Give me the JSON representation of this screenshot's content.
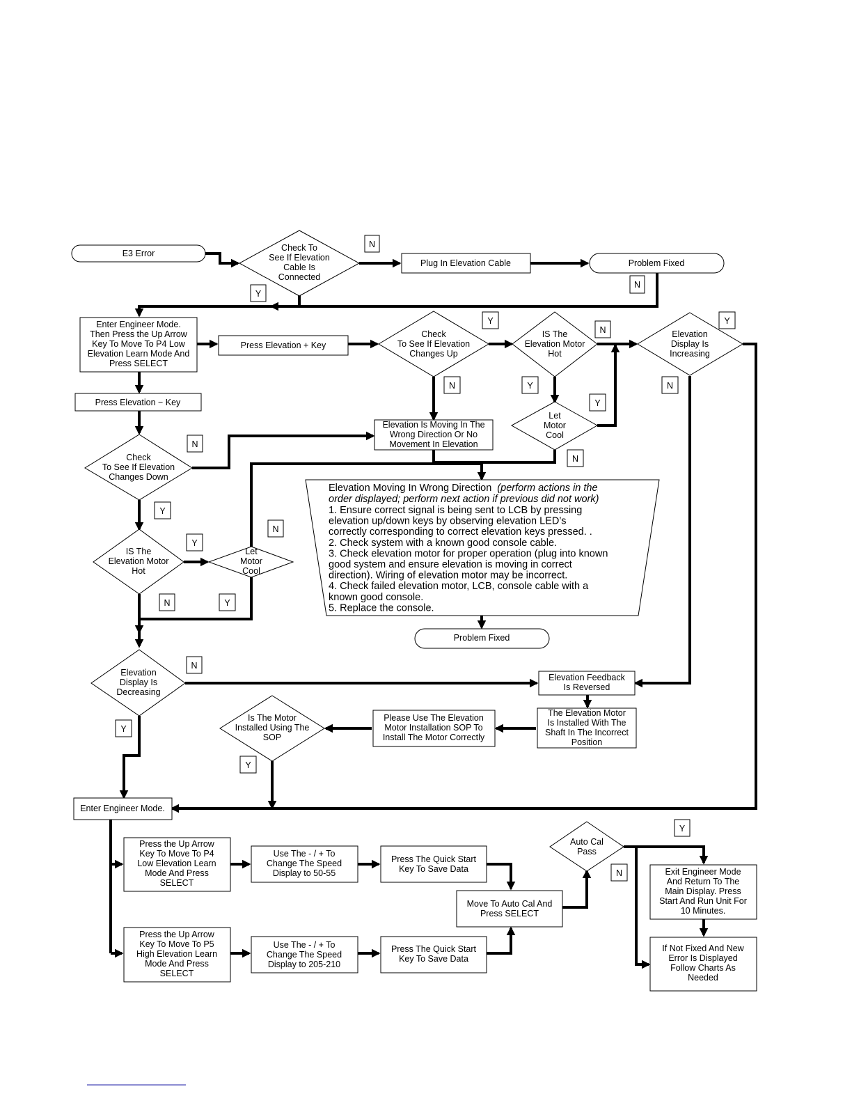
{
  "nodes": {
    "e3_error": [
      "E3 Error"
    ],
    "check_cable": [
      "Check To",
      "See If Elevation",
      "Cable Is",
      "Connected"
    ],
    "plug_cable": [
      "Plug In Elevation Cable"
    ],
    "problem_fixed_top": [
      "Problem Fixed"
    ],
    "enter_engineer_p4": [
      "Enter Engineer Mode.",
      "Then Press the Up Arrow",
      "Key To Move To P4 Low",
      "Elevation Learn Mode And",
      "Press SELECT"
    ],
    "press_plus": [
      "Press Elevation + Key"
    ],
    "check_up": [
      "Check",
      "To See If Elevation",
      "Changes Up"
    ],
    "motor_hot_top": [
      "IS The",
      "Elevation Motor",
      "Hot"
    ],
    "display_increasing": [
      "Elevation",
      "Display Is",
      "Increasing"
    ],
    "press_minus": [
      "Press Elevation − Key"
    ],
    "wrong_direction": [
      "Elevation Is Moving In The",
      "Wrong Direction Or No",
      "Movement In Elevation"
    ],
    "let_cool_top": [
      "Let",
      "Motor",
      "Cool"
    ],
    "check_down": [
      "Check",
      "To See If Elevation",
      "Changes Down"
    ],
    "motor_hot_left": [
      "IS The",
      "Elevation Motor",
      "Hot"
    ],
    "let_cool_left": [
      "Let",
      "Motor",
      "Cool"
    ],
    "problem_fixed_mid": [
      "Problem Fixed"
    ],
    "display_decreasing": [
      "Elevation",
      "Display Is",
      "Decreasing"
    ],
    "feedback_reversed": [
      "Elevation Feedback",
      "Is Reversed"
    ],
    "shaft_incorrect": [
      "The Elevation Motor",
      "Is Installed With The",
      "Shaft In The Incorrect",
      "Position"
    ],
    "use_sop": [
      "Please Use The Elevation",
      "Motor Installation SOP To",
      "Install The Motor Correctly"
    ],
    "installed_sop": [
      "Is The Motor",
      "Installed Using The",
      "SOP"
    ],
    "enter_engineer": [
      "Enter Engineer Mode."
    ],
    "p4_low": [
      "Press the Up Arrow",
      "Key To Move To P4",
      "Low Elevation Learn",
      "Mode And Press",
      "SELECT"
    ],
    "speed_50": [
      "Use The - / + To",
      "Change The Speed",
      "Display to 50-55"
    ],
    "save_1": [
      "Press The Quick Start",
      "Key To Save Data"
    ],
    "auto_cal": [
      "Move To Auto Cal And",
      "Press SELECT"
    ],
    "auto_cal_pass": [
      "Auto Cal",
      "Pass"
    ],
    "exit_engineer": [
      "Exit Engineer Mode",
      "And Return To The",
      "Main Display.  Press",
      "Start And Run Unit For",
      "10 Minutes."
    ],
    "not_fixed": [
      "If Not Fixed And New",
      "Error Is Displayed",
      "Follow Charts As",
      "Needed"
    ],
    "p5_high": [
      "Press the Up Arrow",
      "Key To Move To P5",
      "High Elevation Learn",
      "Mode And Press",
      "SELECT"
    ],
    "speed_205": [
      "Use The - / + To",
      "Change The Speed",
      "Display to 205-210"
    ],
    "save_2": [
      "Press The Quick Start",
      "Key To Save Data"
    ]
  },
  "note": {
    "title": "Elevation Moving In Wrong Direction",
    "title_italic_1": "(perform actions in the",
    "title_italic_2": "order displayed; perform next action if previous did not work)",
    "lines": [
      "1. Ensure correct signal is being sent to LCB by pressing",
      "    elevation up/down keys by observing elevation LED’s",
      "    correctly corresponding to correct elevation keys pressed.   .",
      "2. Check system with a known good console cable.",
      "3. Check elevation motor for proper operation (plug into known",
      "    good system and ensure elevation is moving in correct",
      "    direction).  Wiring of elevation motor may be incorrect.",
      "4. Check failed elevation motor, LCB, console cable with a",
      "    known good console.",
      "5. Replace the console."
    ]
  },
  "flags": {
    "n_cable": "N",
    "y_cable": "Y",
    "n_fixed_top": "N",
    "y_up": "Y",
    "n_up": "N",
    "n_hot_top": "N",
    "y_hot_top": "Y",
    "y_cool_top": "Y",
    "n_cool_top": "N",
    "y_inc": "Y",
    "n_inc": "N",
    "n_down": "N",
    "y_down": "Y",
    "y_hot_left": "Y",
    "n_hot_left": "N",
    "n_cool_left": "N",
    "y_cool_left": "Y",
    "n_dec": "N",
    "y_dec": "Y",
    "y_sop": "Y",
    "y_pass": "Y",
    "n_pass": "N"
  }
}
